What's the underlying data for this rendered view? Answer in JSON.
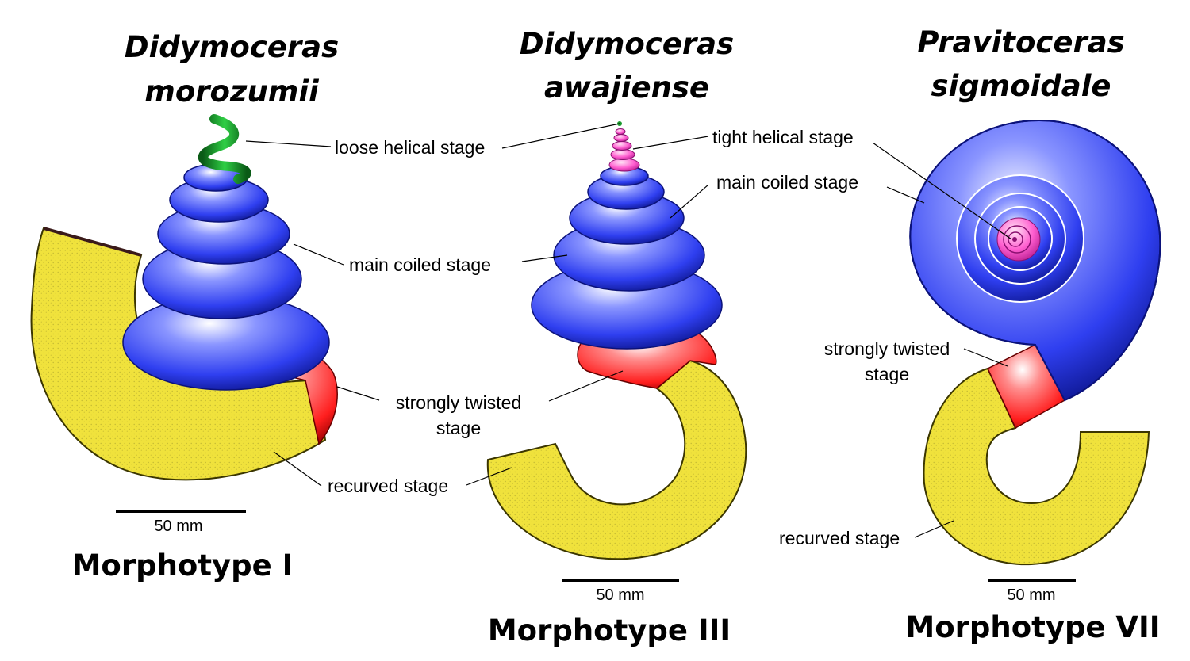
{
  "panels": [
    {
      "genus": "Didymoceras",
      "species": "morozumii",
      "morphotype": "Morphotype I",
      "scale_label": "50 mm",
      "labels": {
        "helical": "loose helical stage",
        "coiled": "main coiled stage",
        "twisted_line1": "strongly twisted",
        "twisted_line2": "stage",
        "recurved": "recurved stage"
      }
    },
    {
      "genus": "Didymoceras",
      "species": "awajiense",
      "morphotype": "Morphotype III",
      "scale_label": "50 mm",
      "labels": {
        "helical": "tight helical stage",
        "coiled": "main coiled stage"
      }
    },
    {
      "genus": "Pravitoceras",
      "species": "sigmoidale",
      "morphotype": "Morphotype VII",
      "scale_label": "50 mm",
      "labels": {
        "twisted_line1": "strongly twisted",
        "twisted_line2": "stage",
        "recurved": "recurved stage"
      }
    }
  ],
  "colors": {
    "loose_helical": "#1a9a2e",
    "tight_helical": "#ff5fd0",
    "main_coiled": "#2f3ff0",
    "strongly_twisted": "#ff2222",
    "recurved": "#f2e640"
  }
}
